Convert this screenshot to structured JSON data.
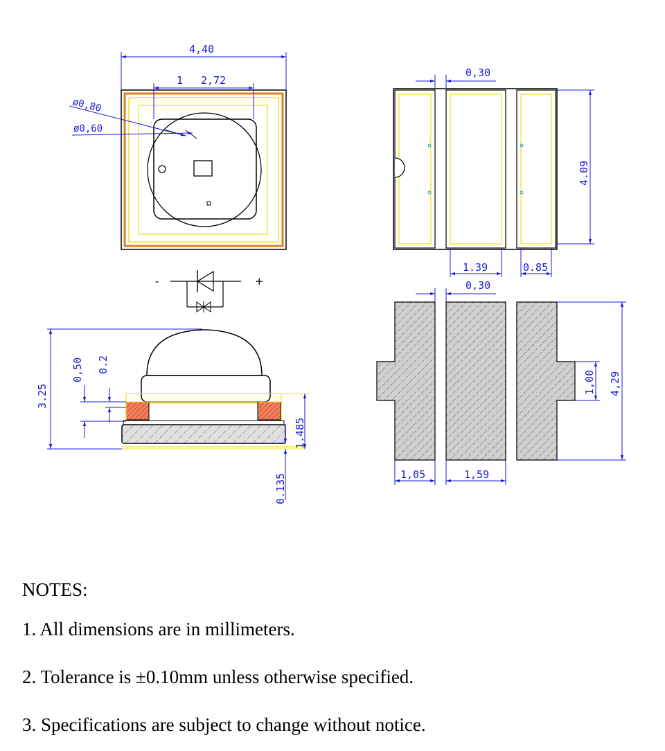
{
  "drawing": {
    "top_view": {
      "width": "4,40",
      "pad_offset": "1",
      "lens_width": "2,72",
      "diameter_outer": "ø0,80",
      "diameter_inner": "ø0,60"
    },
    "back_view": {
      "gap": "0,30",
      "height": "4.09",
      "center_pad": "1.39",
      "side_pad": "0.85"
    },
    "schematic": {
      "minus": "-",
      "plus": "+"
    },
    "side_view": {
      "total_height": "3.25",
      "dim_050": "0,50",
      "dim_02": "0.2",
      "base_height": "1.485",
      "bottom": "0.135"
    },
    "footprint": {
      "gap": "0,30",
      "left_pad": "1,05",
      "center_pad": "1,59",
      "tab_height": "1,00",
      "height": "4,29"
    }
  },
  "notes": {
    "title": "NOTES:",
    "items": [
      "1. All dimensions are in millimeters.",
      "2. Tolerance is ±0.10mm unless otherwise specified.",
      "3. Specifications are subject to change without notice."
    ]
  },
  "colors": {
    "dimension": "#1a1adc",
    "outline": "#000000",
    "frame_orange": "#e08020",
    "frame_yellow": "#f0e020",
    "pad_red": "#e05030",
    "hatch_gray": "#c8c8c8"
  }
}
